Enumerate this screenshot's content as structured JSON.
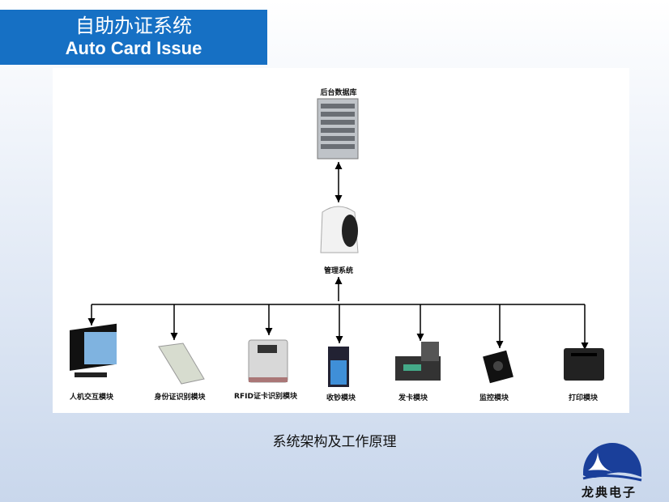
{
  "header": {
    "title_zh": "自助办证系统",
    "title_en": "Auto Card Issue"
  },
  "diagram": {
    "database": "后台数据库",
    "management": "管理系统",
    "modules": [
      "人机交互模块",
      "身份证识别模块",
      "RFID证卡识别模块",
      "收钞模块",
      "发卡模块",
      "监控模块",
      "打印模块"
    ]
  },
  "caption": "系统架构及工作原理",
  "logo": {
    "text": "龙典电子"
  },
  "colors": {
    "title_bg": "#1670c4",
    "logo_blue": "#1a3f9a"
  }
}
